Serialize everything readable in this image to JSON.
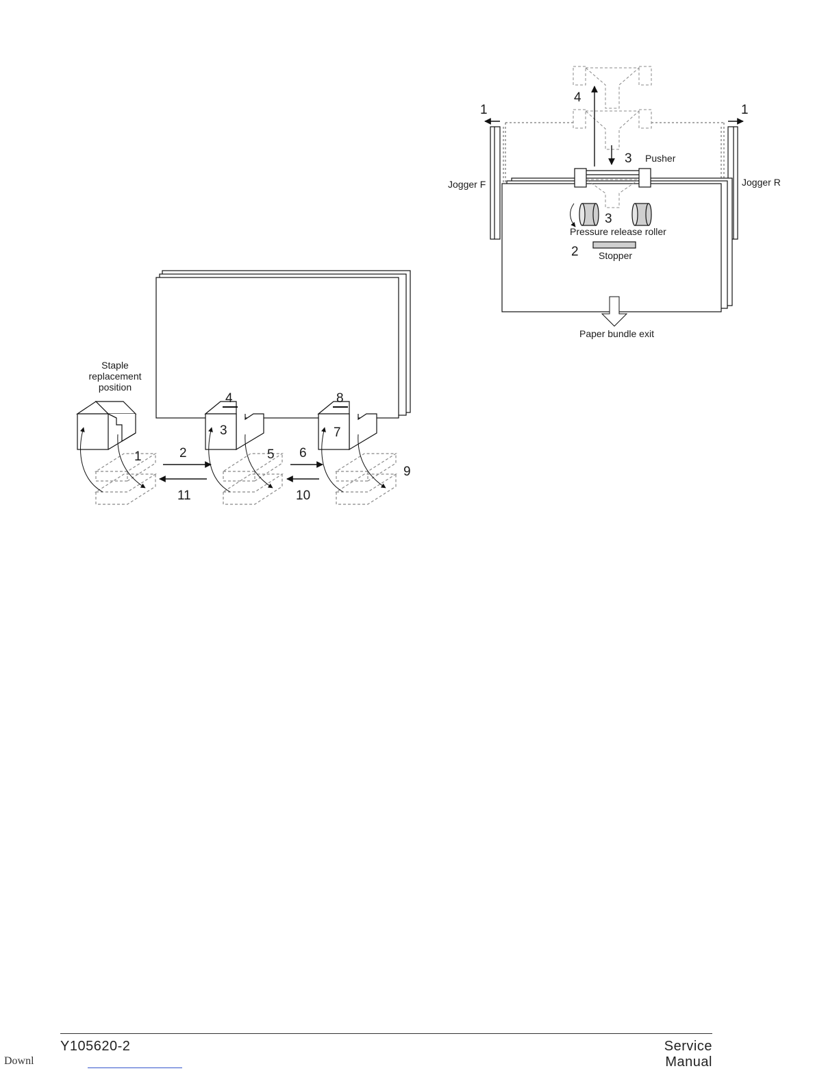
{
  "staple_diagram": {
    "title_line1": "Staple",
    "title_line2": "replacement",
    "title_line3": "position",
    "steps": [
      "1",
      "2",
      "3",
      "4",
      "5",
      "6",
      "7",
      "8",
      "9",
      "10",
      "11"
    ]
  },
  "jogger_diagram": {
    "jogger_front": "Jogger F",
    "jogger_rear": "Jogger R",
    "pusher": "Pusher",
    "roller": "Pressure release roller",
    "stopper": "Stopper",
    "exit": "Paper bundle exit",
    "step_1": "1",
    "step_2": "2",
    "step_3": "3",
    "step_4": "4"
  },
  "footer": {
    "doc_number": "Y105620-2",
    "title": "Service Manual",
    "watermark": "Downl"
  }
}
